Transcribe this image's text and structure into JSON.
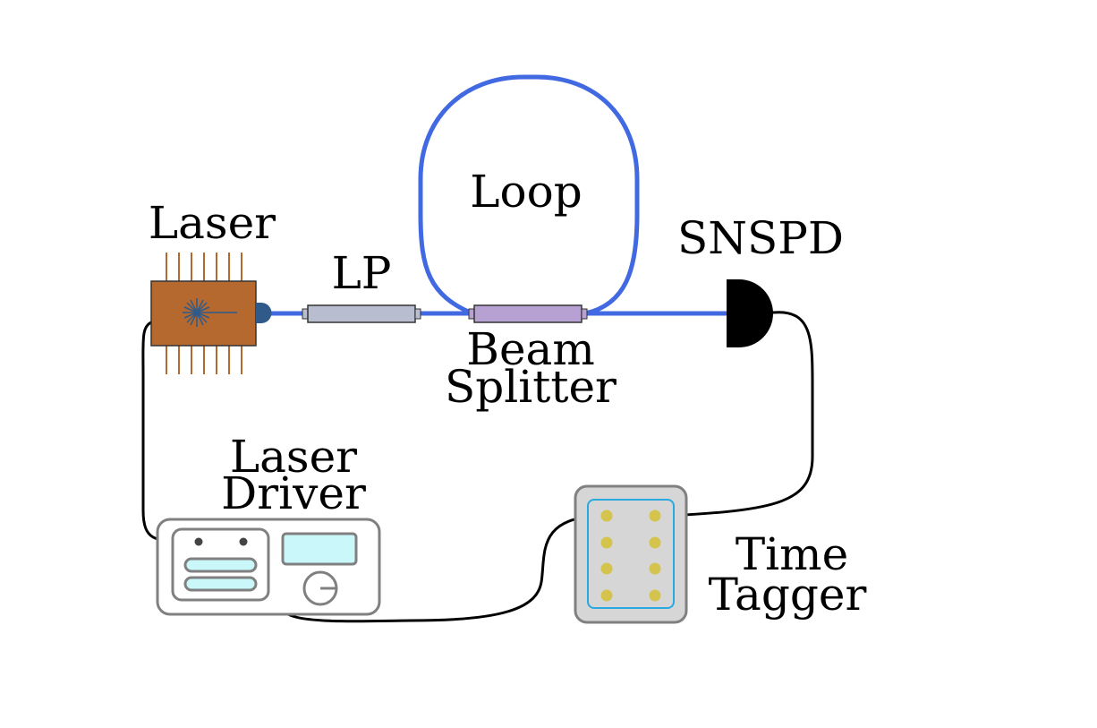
{
  "labels": {
    "laser": "Laser",
    "lp": "LP",
    "loop": "Loop",
    "beam_splitter_line1": "Beam",
    "beam_splitter_line2": "Splitter",
    "snspd": "SNSPD",
    "laser_driver_line1": "Laser",
    "laser_driver_line2": "Driver",
    "time_tagger_line1": "Time",
    "time_tagger_line2": "Tagger"
  },
  "colors": {
    "fiber": "#4169e1",
    "laser_body": "#b5692e",
    "laser_pins": "#b5692e",
    "laser_output": "#2f5a8a",
    "lp_body": "#b8bdd0",
    "beam_splitter_body": "#b7a0d2",
    "detector": "#000000",
    "cable": "#000000",
    "driver_frame": "#808080",
    "driver_screen": "#c9f7fa",
    "tagger_body": "#d6d6d6",
    "tagger_inner": "#2aa9e0",
    "tagger_ports": "#d4c44e"
  },
  "icons": {
    "laser_chip": "laser-diode-chip-icon",
    "detector": "snspd-detector-icon",
    "driver": "laser-driver-box-icon",
    "tagger": "time-tagger-box-icon"
  }
}
